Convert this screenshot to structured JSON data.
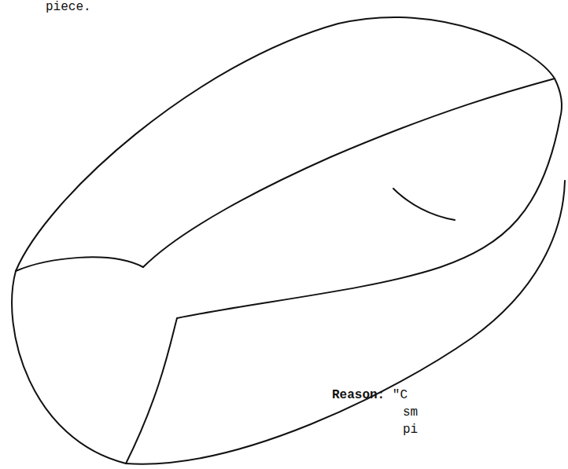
{
  "diagram": {
    "labels": [
      "piece.",
      "Reason: \"C",
      "sm",
      "pi"
    ]
  }
}
